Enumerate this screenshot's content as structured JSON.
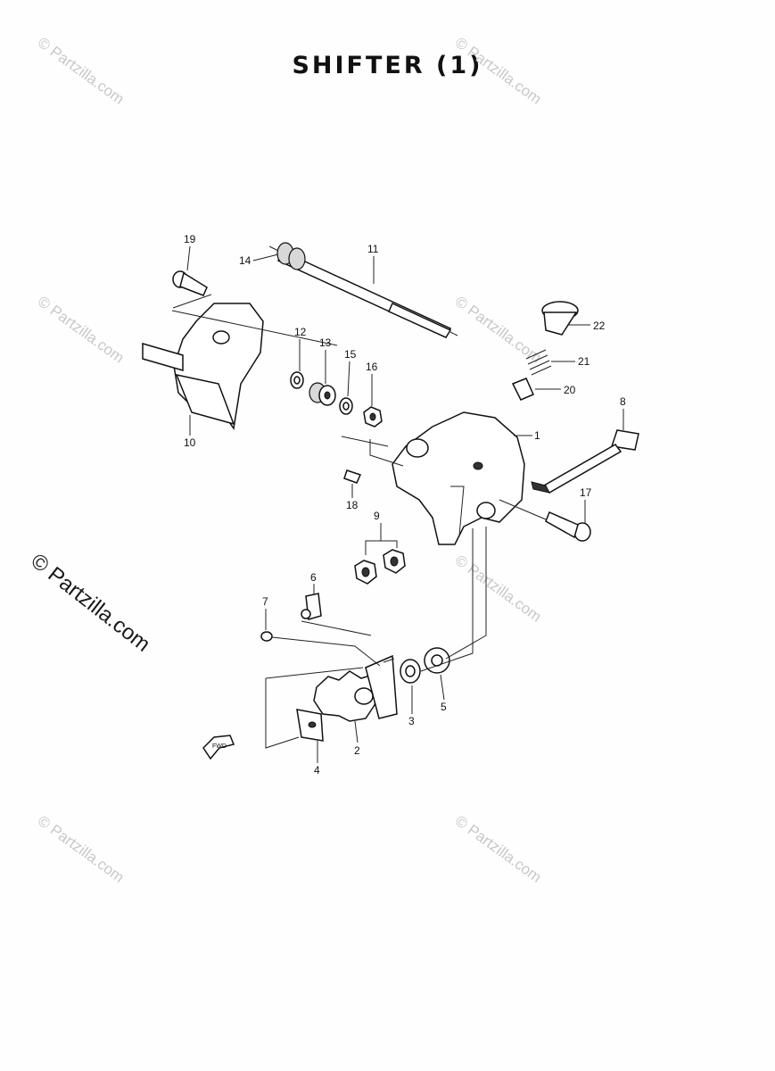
{
  "title": "SHIFTER  (1)",
  "watermark": "© Partzilla.com",
  "watermark_main": "© Partzilla.com",
  "fwd_label": "FWD",
  "callouts": [
    "1",
    "2",
    "3",
    "4",
    "5",
    "6",
    "7",
    "8",
    "9",
    "10",
    "11",
    "12",
    "13",
    "14",
    "15",
    "16",
    "17",
    "18",
    "19",
    "20",
    "21",
    "22"
  ]
}
